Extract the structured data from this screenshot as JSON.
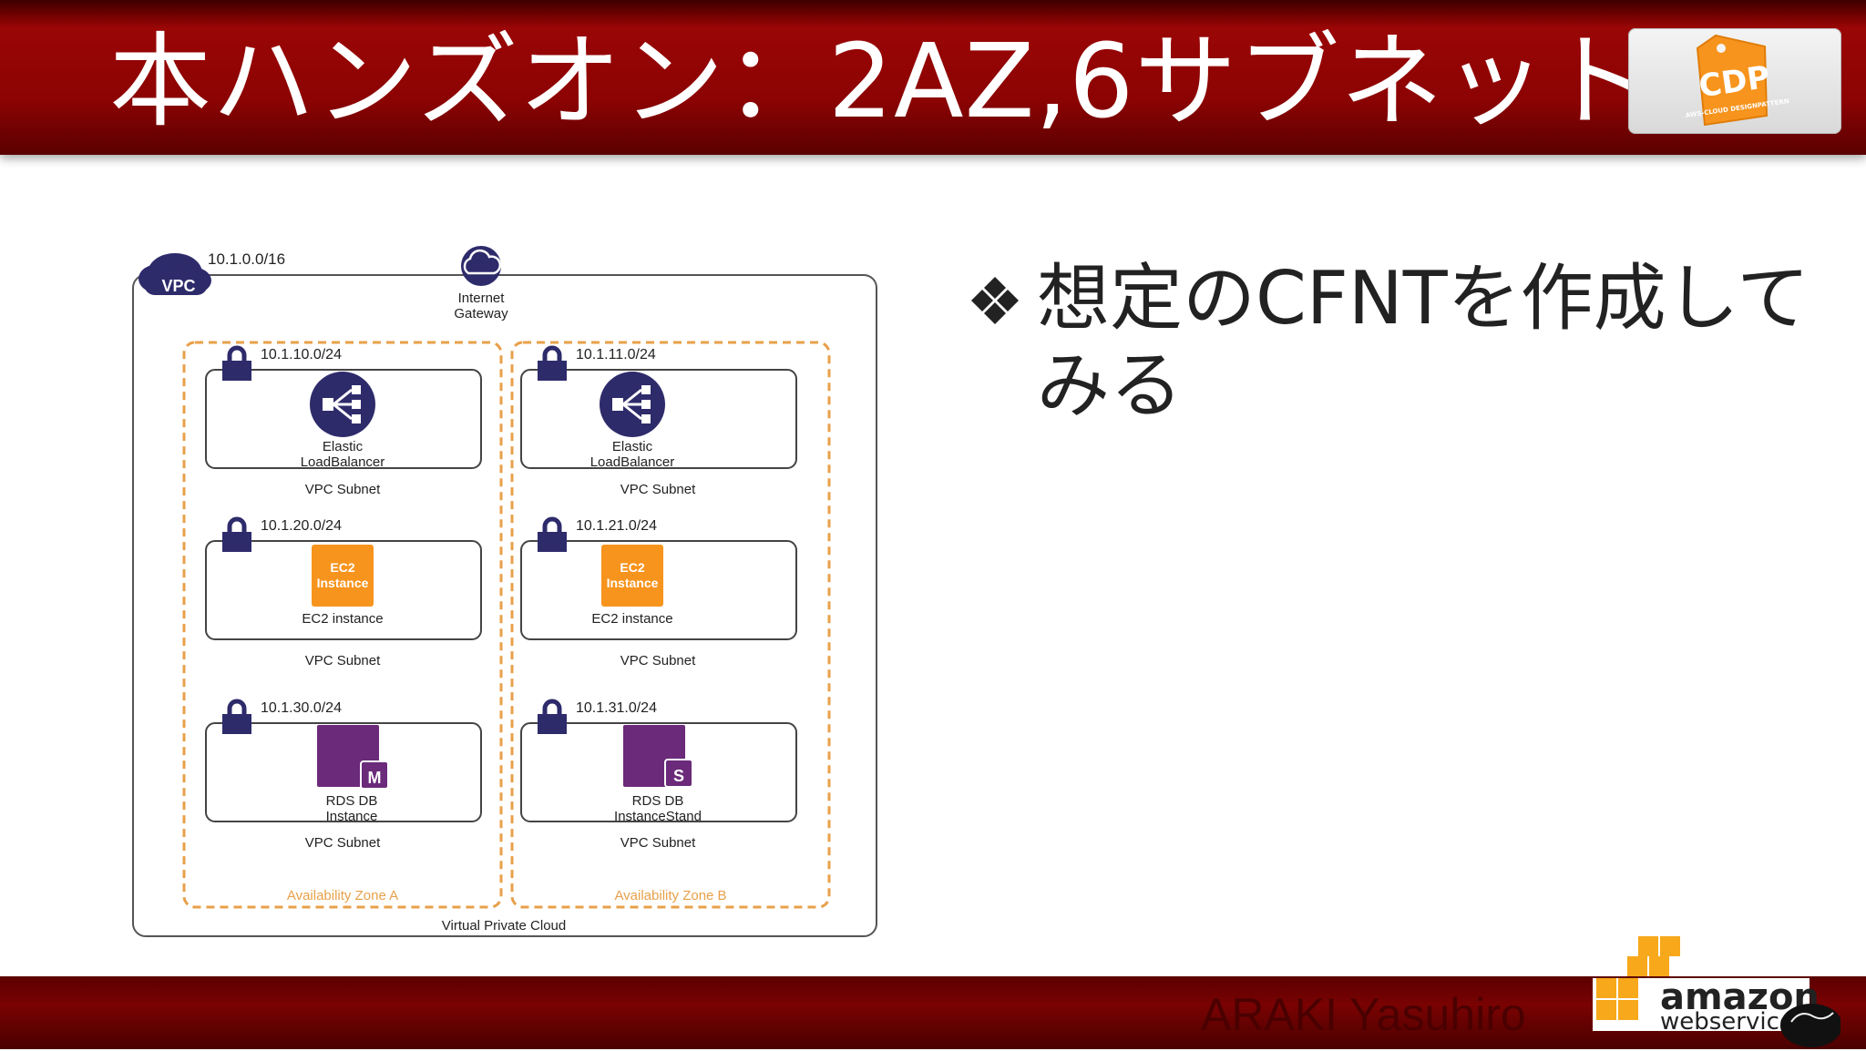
{
  "slide": {
    "title": "本ハンズオン：2AZ,6サブネット",
    "author": "ARAKI Yasuhiro"
  },
  "logos": {
    "cdp": {
      "text": "CDP",
      "subtext": "AWS-CLOUD DESIGNPATTERN",
      "icon": "price-tag-icon",
      "color": "#f7941d"
    },
    "aws": {
      "line1": "amazon",
      "line2": "webservices",
      "icon": "aws-cubes-icon",
      "color": "#f7a81b"
    }
  },
  "bullet": {
    "icon": "diamond-bullet-icon",
    "text": "想定のCFNTを作成してみる"
  },
  "diagram": {
    "vpc": {
      "badge": "VPC",
      "cidr": "10.1.0.0/16",
      "label": "Virtual Private Cloud"
    },
    "gateway": {
      "line1": "Internet",
      "line2": "Gateway",
      "icon": "internet-gateway-icon"
    },
    "zones": [
      {
        "label": "Availability Zone A",
        "subnets": [
          {
            "cidr": "10.1.10.0/24",
            "resource_line1": "Elastic",
            "resource_line2": "LoadBalancer",
            "label": "VPC Subnet",
            "icon": "elastic-load-balancer-icon"
          },
          {
            "cidr": "10.1.20.0/24",
            "resource_line1": "EC2 instance",
            "icon_line1": "EC2",
            "icon_line2": "Instance",
            "label": "VPC Subnet",
            "icon": "ec2-instance-icon"
          },
          {
            "cidr": "10.1.30.0/24",
            "resource_line1": "RDS DB",
            "resource_line2": "Instance",
            "badge": "M",
            "label": "VPC Subnet",
            "icon": "rds-db-icon"
          }
        ]
      },
      {
        "label": "Availability Zone B",
        "subnets": [
          {
            "cidr": "10.1.11.0/24",
            "resource_line1": "Elastic",
            "resource_line2": "LoadBalancer",
            "label": "VPC Subnet",
            "icon": "elastic-load-balancer-icon"
          },
          {
            "cidr": "10.1.21.0/24",
            "resource_line1": "EC2 instance",
            "icon_line1": "EC2",
            "icon_line2": "Instance",
            "label": "VPC Subnet",
            "icon": "ec2-instance-icon"
          },
          {
            "cidr": "10.1.31.0/24",
            "resource_line1": "RDS DB",
            "resource_line2": "InstanceStand",
            "badge": "S",
            "label": "VPC Subnet",
            "icon": "rds-db-icon"
          }
        ]
      }
    ],
    "colors": {
      "navy": "#2e2b6b",
      "orange": "#f7941d",
      "az_border": "#e8a04a",
      "rds_purple": "#6b2a7a"
    }
  }
}
